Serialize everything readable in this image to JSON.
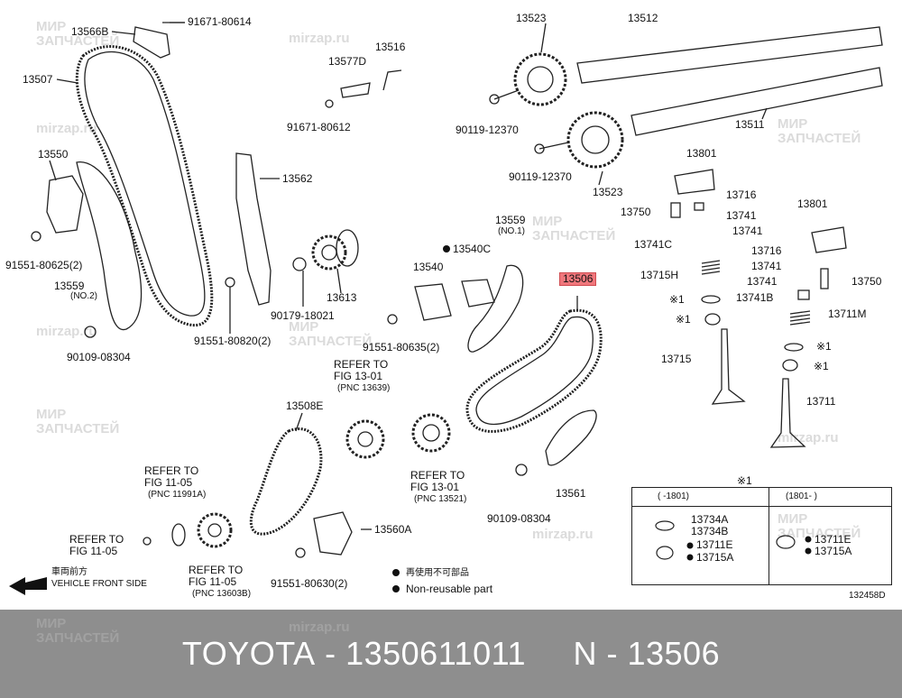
{
  "footer": {
    "brand": "TOYOTA",
    "sep1": " - ",
    "part_number": "1350611011",
    "gap": "     ",
    "n_label": "N",
    "sep2": " - ",
    "pnc": "13506"
  },
  "diagram_id": "132458D",
  "watermark": {
    "line1": "МИР",
    "line2": "ЗАПЧАСТЕЙ",
    "site": "mirzap.ru"
  },
  "highlight_color": "#f0777c",
  "labels": {
    "p13566B": "13566B",
    "p91671_80614": "91671-80614",
    "p13507": "13507",
    "p13577D": "13577D",
    "p13516": "13516",
    "p91671_80612": "91671-80612",
    "p13523a": "13523",
    "p13512": "13512",
    "p90119_12370a": "90119-12370",
    "p90119_12370b": "90119-12370",
    "p13511": "13511",
    "p13523b": "13523",
    "p13550": "13550",
    "p13562": "13562",
    "p91551_80625": "91551-80625(2)",
    "p13559a": "13559",
    "p13559a_sub": "(NO.2)",
    "p90109_08304a": "90109-08304",
    "p90179_18021": "90179-18021",
    "p13613": "13613",
    "p91551_80820": "91551-80820(2)",
    "p13559b": "13559",
    "p13559b_sub": "(NO.1)",
    "p13540C": "13540C",
    "p13540": "13540",
    "p13506": "13506",
    "p91551_80635": "91551-80635(2)",
    "p13801a": "13801",
    "p13716a": "13716",
    "p13750a": "13750",
    "p13741a": "13741",
    "p13741b": "13741",
    "p13741C": "13741C",
    "p13715H": "13715H",
    "p13801b": "13801",
    "p13716b": "13716",
    "p13741c": "13741",
    "p13741d": "13741",
    "p13750b": "13750",
    "p13741B": "13741B",
    "p13711M": "13711M",
    "star1a": "※1",
    "star1b": "※1",
    "star1c": "※1",
    "star1d": "※1",
    "p13715": "13715",
    "p13711": "13711",
    "refer1_l1": "REFER TO",
    "refer1_l2": "FIG 13-01",
    "refer1_l3": "(PNC 13639)",
    "p13508E": "13508E",
    "refer2_l1": "REFER TO",
    "refer2_l2": "FIG 13-01",
    "refer2_l3": "(PNC 13521)",
    "p90109_08304b": "90109-08304",
    "p13561": "13561",
    "refer3_l1": "REFER TO",
    "refer3_l2": "FIG 11-05",
    "refer3_l3": "(PNC 11991A)",
    "refer4_l1": "REFER TO",
    "refer4_l2": "FIG 11-05",
    "p13560A": "13560A",
    "refer5_l1": "REFER TO",
    "refer5_l2": "FIG 11-05",
    "refer5_l3": "(PNC 13603B)",
    "p91551_80630": "91551-80630(2)",
    "vehicle_jp": "車両前方",
    "vehicle_en": "VEHICLE FRONT SIDE",
    "legend_jp": "再使用不可部品",
    "legend_en": "Non-reusable part"
  },
  "inset": {
    "title": "※1",
    "col1": "(      -1801)",
    "col2": "(1801-      )",
    "i13734A": "13734A",
    "i13734B": "13734B",
    "i13711E_a": "13711E",
    "i13715A_a": "13715A",
    "i13711E_b": "13711E",
    "i13715A_b": "13715A"
  }
}
